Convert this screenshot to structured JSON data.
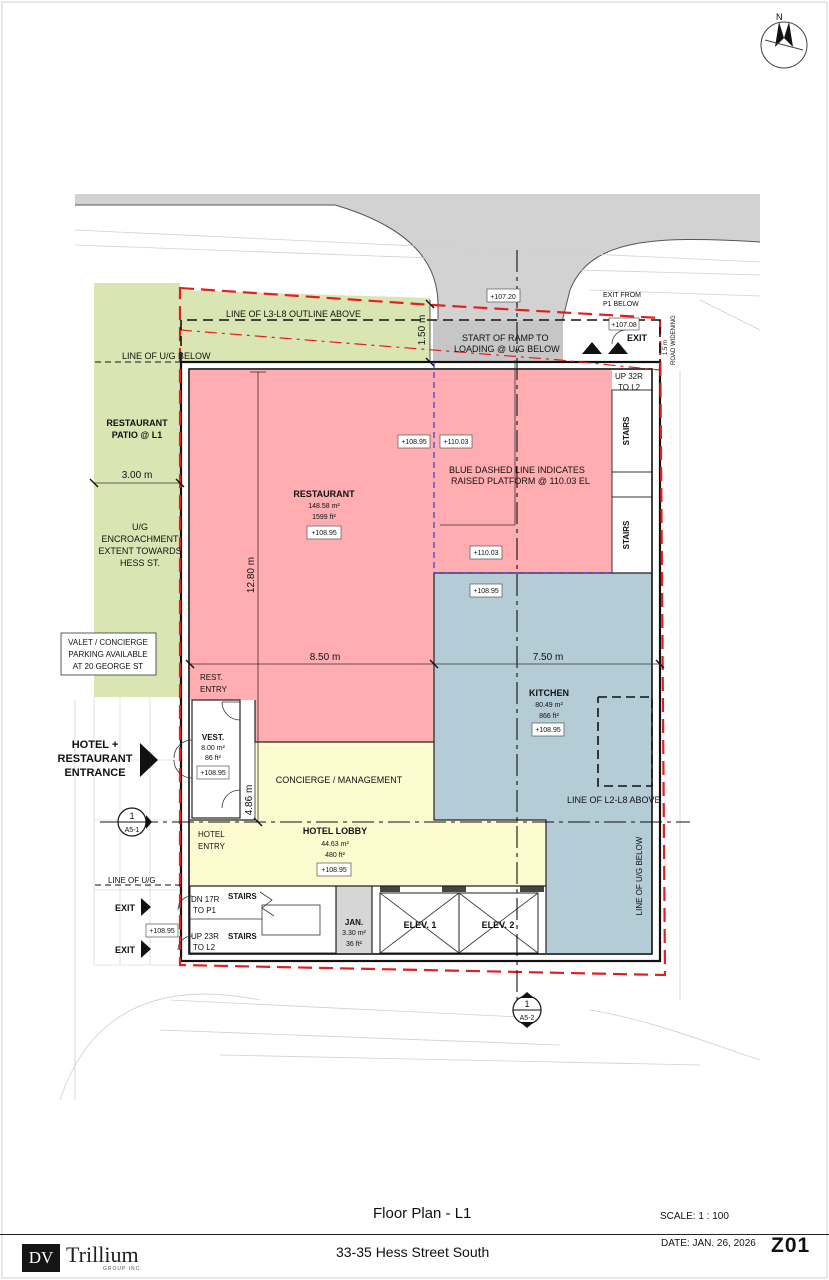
{
  "plan": {
    "labels": {
      "line_l3_l8": "LINE OF L3-L8 OUTLINE ABOVE",
      "line_ug_below_top": "LINE OF U/G BELOW",
      "patio_line1": "RESTAURANT",
      "patio_line2": "PATIO @ L1",
      "dim_patio": "3.00 m",
      "ug_enc_1": "U/G",
      "ug_enc_2": "ENCROACHMENT",
      "ug_enc_3": "EXTENT TOWARDS",
      "ug_enc_4": "HESS ST.",
      "valet_1": "VALET / CONCIERGE",
      "valet_2": "PARKING AVAILABLE",
      "valet_3": "AT 20 GEORGE ST",
      "restaurant_name": "RESTAURANT",
      "restaurant_area_m": "148.58 m²",
      "restaurant_area_ft": "1599 ft²",
      "restaurant_elev": "+108.95",
      "dim_1280": "12.80 m",
      "dim_850": "8.50 m",
      "dim_750": "7.50 m",
      "dim_486": "4.86 m",
      "dim_150": "1.50 m",
      "elev_10720": "+107.20",
      "elev_10708": "+107.08",
      "exit_from_1": "EXIT FROM",
      "exit_from_2": "P1 BELOW",
      "exit_top": "EXIT",
      "road_1": "1.5 m",
      "road_2": "ROAD WIDENING",
      "ramp_1": "START OF RAMP TO",
      "ramp_2": "LOADING @ U/G BELOW",
      "elev_10895_a": "+108.95",
      "elev_11003_a": "+110.03",
      "blue_1": "BLUE DASHED LINE INDICATES",
      "blue_2": "RAISED PLATFORM @ 110.03 EL",
      "elev_11003_b": "+110.03",
      "elev_10895_b": "+108.95",
      "up32_1": "UP 32R",
      "up32_2": "TO L2",
      "stairs_e1": "STAIRS",
      "stairs_e2": "STAIRS",
      "rest_entry_1": "REST.",
      "rest_entry_2": "ENTRY",
      "vest_name": "VEST.",
      "vest_area_m": "8.00 m²",
      "vest_area_ft": "86 ft²",
      "vest_elev": "+108.95",
      "hotel_ent_1": "HOTEL +",
      "hotel_ent_2": "RESTAURANT",
      "hotel_ent_3": "ENTRANCE",
      "concierge": "CONCIERGE / MANAGEMENT",
      "kitchen_name": "KITCHEN",
      "kitchen_area_m": "80.49 m²",
      "kitchen_area_ft": "866 ft²",
      "kitchen_elev": "+108.95",
      "line_l2_l8": "LINE OF L2-L8 ABOVE",
      "line_ug_below_right": "LINE OF U/G BELOW",
      "hotel_entry_1": "HOTEL",
      "hotel_entry_2": "ENTRY",
      "lobby_name": "HOTEL LOBBY",
      "lobby_area_m": "44.63 m²",
      "lobby_area_ft": "480 ft²",
      "lobby_elev": "+108.95",
      "line_ug_left": "LINE OF U/G",
      "sec_a51_num": "1",
      "sec_a51_ref": "A5-1",
      "exit_1": "EXIT",
      "exit_2": "EXIT",
      "elev_10895_exit": "+108.95",
      "dn17_1": "DN 17R",
      "dn17_2": "TO P1",
      "up23_1": "UP 23R",
      "up23_2": "TO L2",
      "stairs_w1": "STAIRS",
      "stairs_w2": "STAIRS",
      "jan_name": "JAN.",
      "jan_area_m": "3.30 m²",
      "jan_area_ft": "36 ft²",
      "elev_1": "ELEV. 1",
      "elev_2": "ELEV. 2",
      "sec_a52_num": "1",
      "sec_a52_ref": "A5-2",
      "north": "N"
    }
  },
  "title_block": {
    "logo_mark": "DV",
    "logo_name": "Trillium",
    "logo_sub": "GROUP INC.",
    "sheet_title": "Floor Plan - L1",
    "project": "33-35 Hess Street South",
    "scale": "SCALE:  1 : 100",
    "date": "DATE:  JAN. 26, 2026",
    "sheet_number": "Z01"
  }
}
